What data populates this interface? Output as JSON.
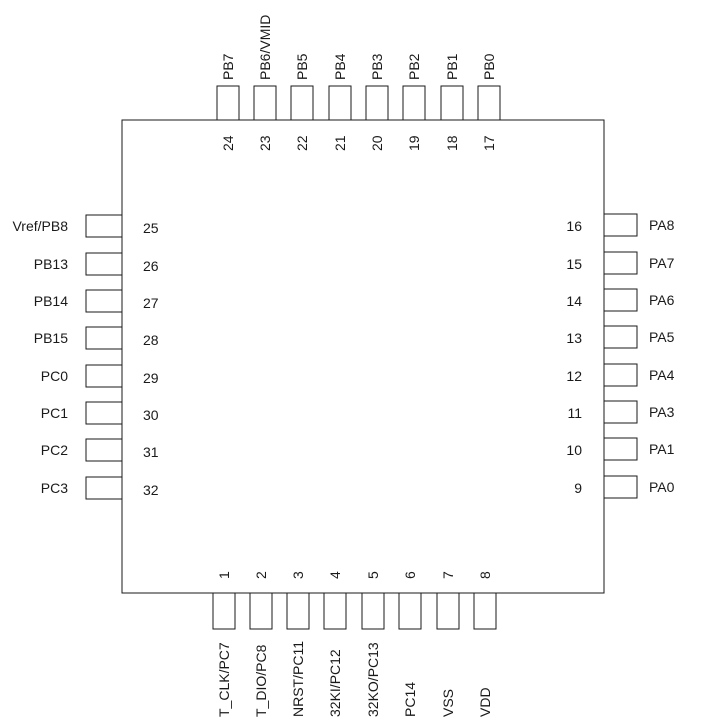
{
  "colors": {
    "line": "#1a1a1a",
    "text": "#1a1a1a",
    "swd": "#2f6fb4"
  },
  "top_pins": [
    {
      "num": "24",
      "name": "PB7"
    },
    {
      "num": "23",
      "name": "PB6/VMID"
    },
    {
      "num": "22",
      "name": "PB5"
    },
    {
      "num": "21",
      "name": "PB4"
    },
    {
      "num": "20",
      "name": "PB3"
    },
    {
      "num": "19",
      "name": "PB2"
    },
    {
      "num": "18",
      "name": "PB1"
    },
    {
      "num": "17",
      "name": "PB0"
    }
  ],
  "left_pins": [
    {
      "num": "25",
      "name": "Vref/PB8"
    },
    {
      "num": "26",
      "name": "PB13"
    },
    {
      "num": "27",
      "name": "PB14"
    },
    {
      "num": "28",
      "name": "PB15"
    },
    {
      "num": "29",
      "name": "PC0"
    },
    {
      "num": "30",
      "name": "PC1"
    },
    {
      "num": "31",
      "name": "PC2"
    },
    {
      "num": "32",
      "name": "PC3"
    }
  ],
  "right_pins": [
    {
      "num": "16",
      "name": "PA8"
    },
    {
      "num": "15",
      "name": "PA7"
    },
    {
      "num": "14",
      "name": "PA6"
    },
    {
      "num": "13",
      "name": "PA5"
    },
    {
      "num": "12",
      "name": "PA4"
    },
    {
      "num": "11",
      "name": "PA3"
    },
    {
      "num": "10",
      "name": "PA1"
    },
    {
      "num": "9",
      "name": "PA0"
    }
  ],
  "bottom_pins": [
    {
      "num": "1",
      "name_parts": [
        {
          "text": "T_CLK",
          "swd": true
        },
        {
          "text": "/PC7",
          "swd": false
        }
      ]
    },
    {
      "num": "2",
      "name_parts": [
        {
          "text": "T_DIO",
          "swd": true
        },
        {
          "text": "/PC8",
          "swd": false
        }
      ]
    },
    {
      "num": "3",
      "name_parts": [
        {
          "text": "NRST/PC11",
          "swd": false
        }
      ]
    },
    {
      "num": "4",
      "name_parts": [
        {
          "text": "32KI/PC12",
          "swd": false
        }
      ]
    },
    {
      "num": "5",
      "name_parts": [
        {
          "text": "32KO/PC13",
          "swd": false
        }
      ]
    },
    {
      "num": "6",
      "name_parts": [
        {
          "text": "PC14",
          "swd": false
        }
      ]
    },
    {
      "num": "7",
      "name_parts": [
        {
          "text": "VSS",
          "swd": false
        }
      ]
    },
    {
      "num": "8",
      "name_parts": [
        {
          "text": "VDD",
          "swd": false
        }
      ]
    }
  ]
}
